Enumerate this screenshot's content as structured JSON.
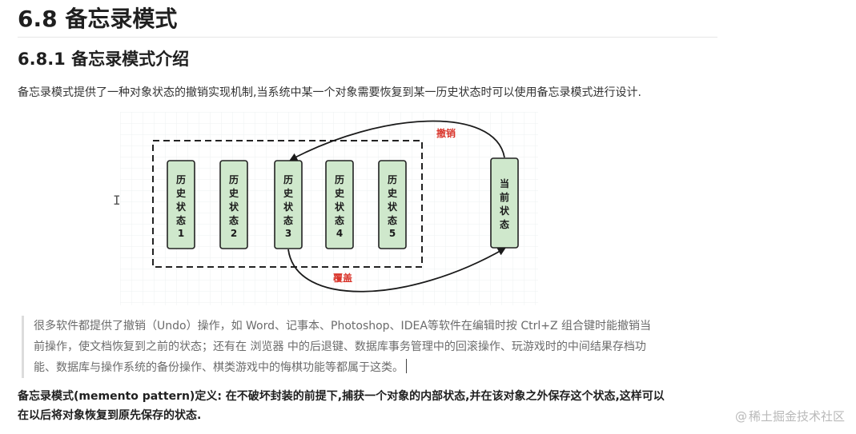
{
  "heading": "6.8 备忘录模式",
  "subheading": "6.8.1 备忘录模式介绍",
  "intro": "备忘录模式提供了一种对象状态的撤销实现机制,当系统中某一个对象需要恢复到某一历史状态时可以使用备忘录模式进行设计.",
  "diagram": {
    "history_states": [
      {
        "line1": "历",
        "line2": "史",
        "line3": "状",
        "line4": "态",
        "num": "1"
      },
      {
        "line1": "历",
        "line2": "史",
        "line3": "状",
        "line4": "态",
        "num": "2"
      },
      {
        "line1": "历",
        "line2": "史",
        "line3": "状",
        "line4": "态",
        "num": "3"
      },
      {
        "line1": "历",
        "line2": "史",
        "line3": "状",
        "line4": "态",
        "num": "4"
      },
      {
        "line1": "历",
        "line2": "史",
        "line3": "状",
        "line4": "态",
        "num": "5"
      }
    ],
    "current_state": {
      "line1": "当",
      "line2": "前",
      "line3": "状",
      "line4": "态"
    },
    "undo_label": "撤销",
    "overwrite_label": "覆盖",
    "colors": {
      "box_fill": "#cfe8cc",
      "box_stroke": "#222222",
      "label_red": "#d9352b",
      "grid": "#eef0f2"
    }
  },
  "quote": {
    "line1": "很多软件都提供了撤销（Undo）操作，如 Word、记事本、Photoshop、IDEA等软件在编辑时按 Ctrl+Z 组合键时能撤销当",
    "line2": "前操作，使文档恢复到之前的状态；还有在 浏览器 中的后退键、数据库事务管理中的回滚操作、玩游戏时的中间结果存档功",
    "line3": "能、数据库与操作系统的备份操作、棋类游戏中的悔棋功能等都属于这类。"
  },
  "definition": {
    "line1": "备忘录模式(memento pattern)定义: 在不破坏封装的前提下,捕获一个对象的内部状态,并在该对象之外保存这个状态,这样可以",
    "line2": "在以后将对象恢复到原先保存的状态."
  },
  "watermark": {
    "at": "@",
    "text": "稀土掘金技术社区"
  }
}
